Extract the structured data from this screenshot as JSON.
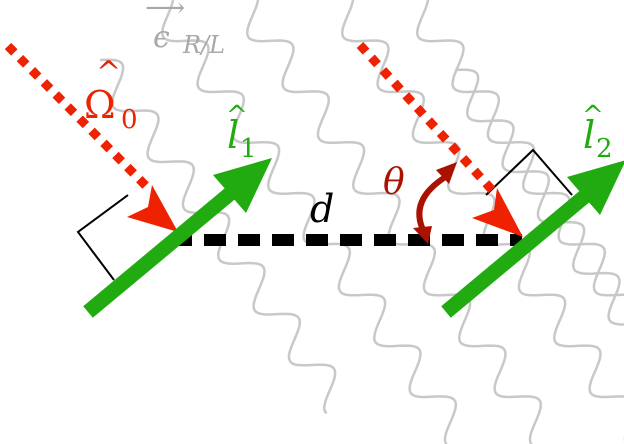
{
  "labels": {
    "epsilon": {
      "symbol": "ϵ",
      "subscript": "R/L",
      "arrow": "⟶"
    },
    "omega": {
      "hat": "^",
      "symbol": "Ω",
      "subscript": "0"
    },
    "l1": {
      "hat": "^",
      "symbol": "l",
      "subscript": "1"
    },
    "l2": {
      "hat": "^",
      "symbol": "l",
      "subscript": "2"
    },
    "theta": "θ",
    "d": "d"
  },
  "colors": {
    "green": "#22aa11",
    "red": "#ee2200",
    "dark_red": "#aa1100",
    "wave_gray": "#c8c8c8",
    "epsilon_gray": "#a8a8a8",
    "black": "#000000"
  },
  "icons": {
    "wave": "sinusoidal-wave",
    "incident_ray": "dotted-arrow",
    "dipole": "thick-arrow",
    "angle_marker": "double-headed-curved-arrow",
    "right_angle": "right-angle-bracket"
  }
}
